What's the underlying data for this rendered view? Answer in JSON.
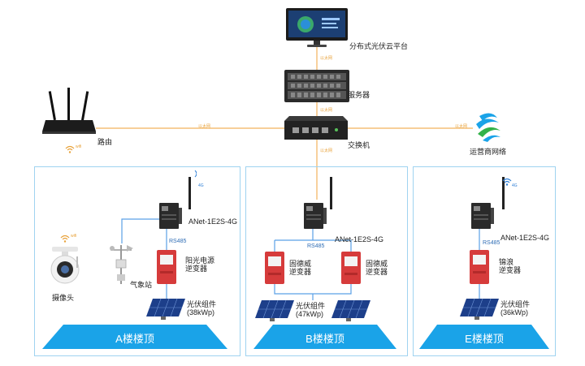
{
  "top": {
    "platform_label": "分布式光伏云平台",
    "server_label": "服务器",
    "switch_label": "交换机",
    "router_label": "路由",
    "carrier_label": "运营商网络",
    "ethernet_tag": "以太网",
    "wifi_tag": "wifi",
    "lte_tag": "4G"
  },
  "zones": [
    {
      "title": "A楼楼顶",
      "gateway_label": "ANet-1E2S-4G",
      "rs485": "RS485",
      "inverters": [
        "阳光电源\n逆变器"
      ],
      "pv_label": "光伏组件\n(38kWp)",
      "weather_label": "气象站",
      "camera_label": "摄像头"
    },
    {
      "title": "B楼楼顶",
      "gateway_label": "ANet-1E2S-4G",
      "rs485": "RS485",
      "inverters": [
        "固德威\n逆变器",
        "固德威\n逆变器"
      ],
      "pv_label": "光伏组件\n(47kWp)"
    },
    {
      "title": "E楼楼顶",
      "gateway_label": "ANet-1E2S-4G",
      "rs485": "RS485",
      "inverters": [
        "锦浪\n逆变器"
      ],
      "pv_label": "光伏组件\n(36kWp)"
    }
  ],
  "colors": {
    "ethernet": "#f2b25c",
    "rs485": "#5aa0e6",
    "zone_border": "#9fd3f0",
    "roof": "#1aa3e8",
    "inverter": "#d63b3b"
  }
}
